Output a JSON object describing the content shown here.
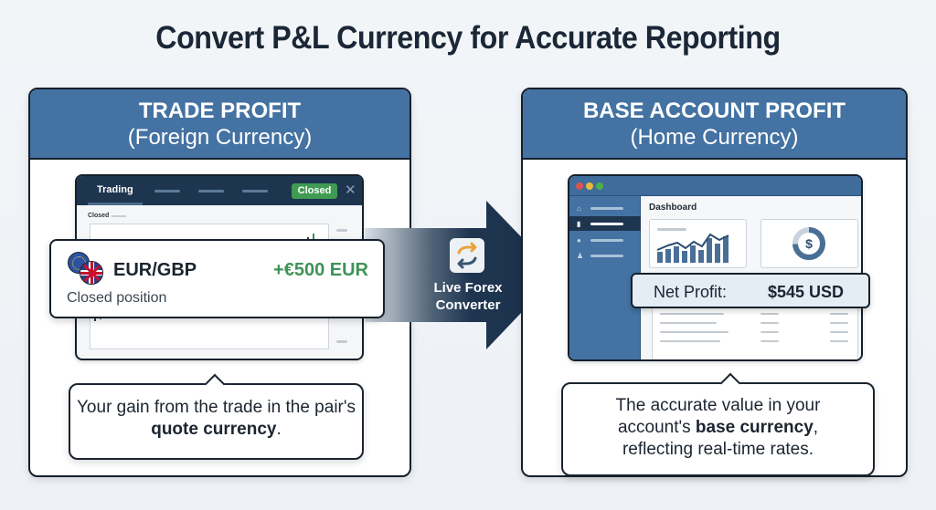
{
  "title": "Convert P&L Currency for Accurate Reporting",
  "left_panel": {
    "heading": "TRADE PROFIT",
    "subheading": "(Foreign Currency)",
    "trading_window": {
      "tab_label": "Trading",
      "status_badge": "Closed",
      "section_label": "Closed",
      "close_icon": "close-icon"
    },
    "position_card": {
      "pair": "EUR/GBP",
      "pnl": "+€500 EUR",
      "status": "Closed position",
      "pnl_color": "#3e9358",
      "icons": [
        "eu-flag-icon",
        "uk-flag-icon"
      ]
    },
    "callout": {
      "text_before": "Your gain from the trade in the pair's ",
      "bold": "quote currency",
      "text_after": "."
    }
  },
  "converter": {
    "label_line1": "Live Forex",
    "label_line2": "Converter",
    "icon": "exchange-arrows-icon"
  },
  "right_panel": {
    "heading": "BASE ACCOUNT PROFIT",
    "subheading": "(Home Currency)",
    "dashboard": {
      "title": "Dashboard",
      "sidebar_icons": [
        "home-icon",
        "bar-chart-icon",
        "settings-icon",
        "user-icon"
      ],
      "active_item_index": 1,
      "cards": [
        "bar-chart-card",
        "dollar-donut-card"
      ]
    },
    "net_profit": {
      "label": "Net Profit:",
      "value": "$545 USD"
    },
    "callout": {
      "text_before": "The accurate value in your account's ",
      "bold": "base currency",
      "text_after": ", reflecting real-time rates."
    }
  },
  "colors": {
    "header_blue": "#4472a2",
    "dark_navy": "#1e3550",
    "profit_green": "#3e9358",
    "badge_green": "#3f9b52",
    "converter_orange": "#e8a23a"
  }
}
